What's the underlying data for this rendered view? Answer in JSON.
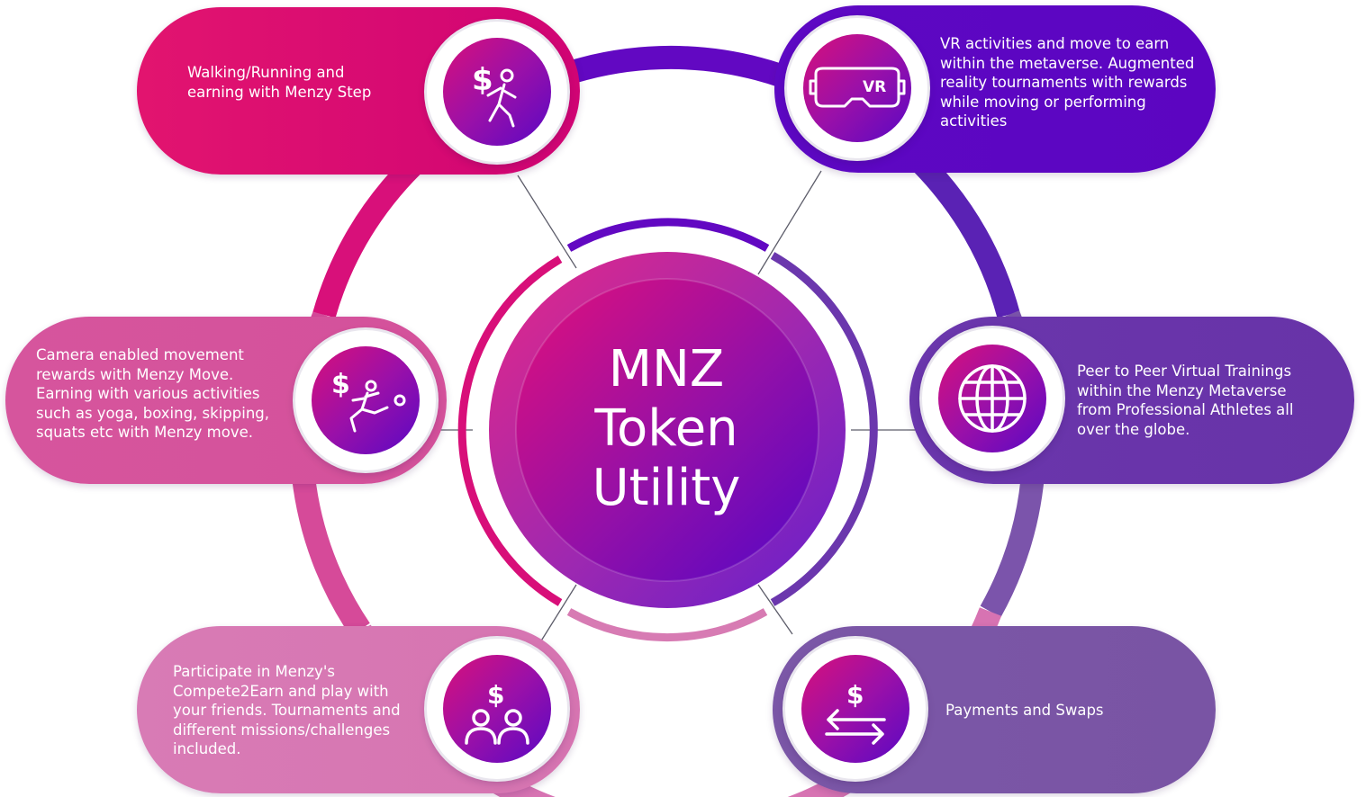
{
  "center": {
    "line1": "MNZ",
    "line2": "Token",
    "line3": "Utility"
  },
  "colors": {
    "pink": "#d6076f",
    "magenta": "#c9157f",
    "violet": "#5c07c3",
    "purple": "#6a38a8",
    "light_pink": "#d44f9b",
    "orchid": "#d577b1",
    "lavender": "#7b55a5"
  },
  "items": [
    {
      "text": "Walking/Running and earning with Menzy Step",
      "icon": "walking-dollar-icon"
    },
    {
      "text": "VR activities and move to earn within the metaverse. Augmented reality tournaments with rewards while moving or performing activities",
      "icon": "vr-headset-icon",
      "icon_label": "VR"
    },
    {
      "text": "Camera enabled movement rewards with Menzy Move. Earning with various activities such as yoga, boxing, skipping, squats etc with Menzy move.",
      "icon": "kicking-player-dollar-icon"
    },
    {
      "text": "Peer to Peer Virtual Trainings within the Menzy Metaverse from Professional Athletes all over the globe.",
      "icon": "globe-icon"
    },
    {
      "text": "Participate in Menzy's Compete2Earn and play with your friends. Tournaments and different missions/challenges included.",
      "icon": "friends-dollar-icon"
    },
    {
      "text": "Payments and Swaps",
      "icon": "swap-dollar-icon"
    }
  ],
  "icon_glyphs": {
    "dollar": "$"
  }
}
